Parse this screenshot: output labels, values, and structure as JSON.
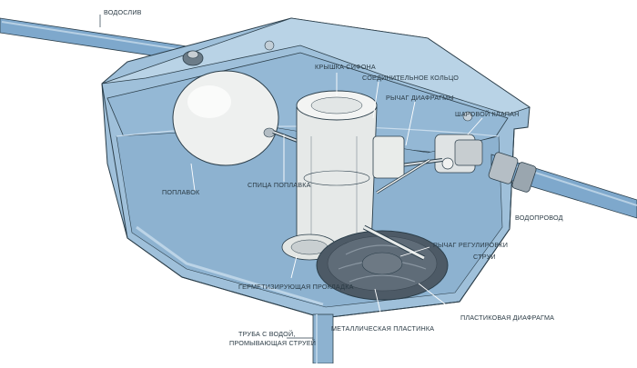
{
  "colors": {
    "tank": "#a9c6dd",
    "tank_dark": "#7fa6c6",
    "water": "#8fb4d2",
    "pipe": "#7ea8cc",
    "outline": "#2b3e4a",
    "white_part": "#eef0ef",
    "diaphragm": "#4d5a66"
  },
  "labels": {
    "overflow": "ВОДОСЛИВ",
    "siphon_cap": "КРЫШКА СИФОНА",
    "connecting_ring": "СОЕДИНИТЕЛЬНОЕ КОЛЬЦО",
    "diaphragm_lever": "РЫЧАГ ДИАФРАГМЫ",
    "ball_valve": "ШАРОВОЙ КЛАПАН",
    "float": "ПОПЛАВОК",
    "float_arm": "СПИЦА ПОПЛАВКА",
    "water_supply": "ВОДОПРОВОД",
    "flow_lever_1": "РЫЧАГ РЕГУЛИРОВКИ",
    "flow_lever_2": "СТРУИ",
    "seal": "ГЕРМЕТИЗИРУЮЩАЯ ПРОКЛАДКА",
    "plastic_diaphragm": "ПЛАСТИКОВАЯ ДИАФРАГМА",
    "metal_plate": "МЕТАЛЛИЧЕСКАЯ ПЛАСТИНКА",
    "flush_pipe_1": "ТРУБА С ВОДОЙ,",
    "flush_pipe_2": "ПРОМЫВАЮЩАЯ СТРУЕЙ"
  }
}
